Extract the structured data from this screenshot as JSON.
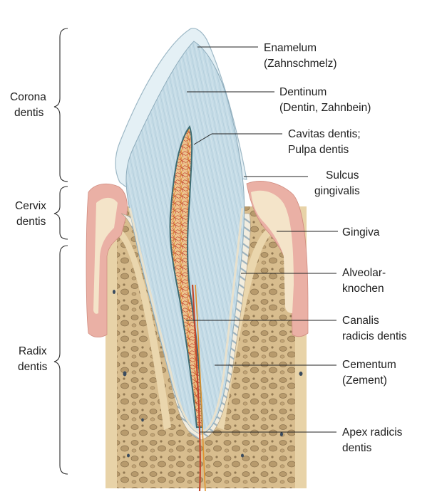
{
  "regions": {
    "corona": [
      "Corona",
      "dentis"
    ],
    "cervix": [
      "Cervix",
      "dentis"
    ],
    "radix": [
      "Radix",
      "dentis"
    ]
  },
  "labels": {
    "enamelum": [
      "Enamelum",
      "(Zahnschmelz)"
    ],
    "dentinum": [
      "Dentinum",
      "(Dentin, Zahnbein)"
    ],
    "cavitas": [
      "Cavitas dentis;",
      "Pulpa dentis"
    ],
    "sulcus": [
      "Sulcus",
      "gingivalis"
    ],
    "gingiva": [
      "Gingiva"
    ],
    "alveolar": [
      "Alveolar-",
      "knochen"
    ],
    "canalis": [
      "Canalis",
      "radicis dentis"
    ],
    "cementum": [
      "Cementum",
      "(Zement)"
    ],
    "apex": [
      "Apex radicis",
      "dentis"
    ]
  },
  "colors": {
    "enamel": "#dcebf2",
    "dentin": "#b8d3e0",
    "pulp": "#e3a35c",
    "gingiva": "#eab0a5",
    "bone": "#e4cc9d",
    "cancellous": "#cdb187"
  }
}
